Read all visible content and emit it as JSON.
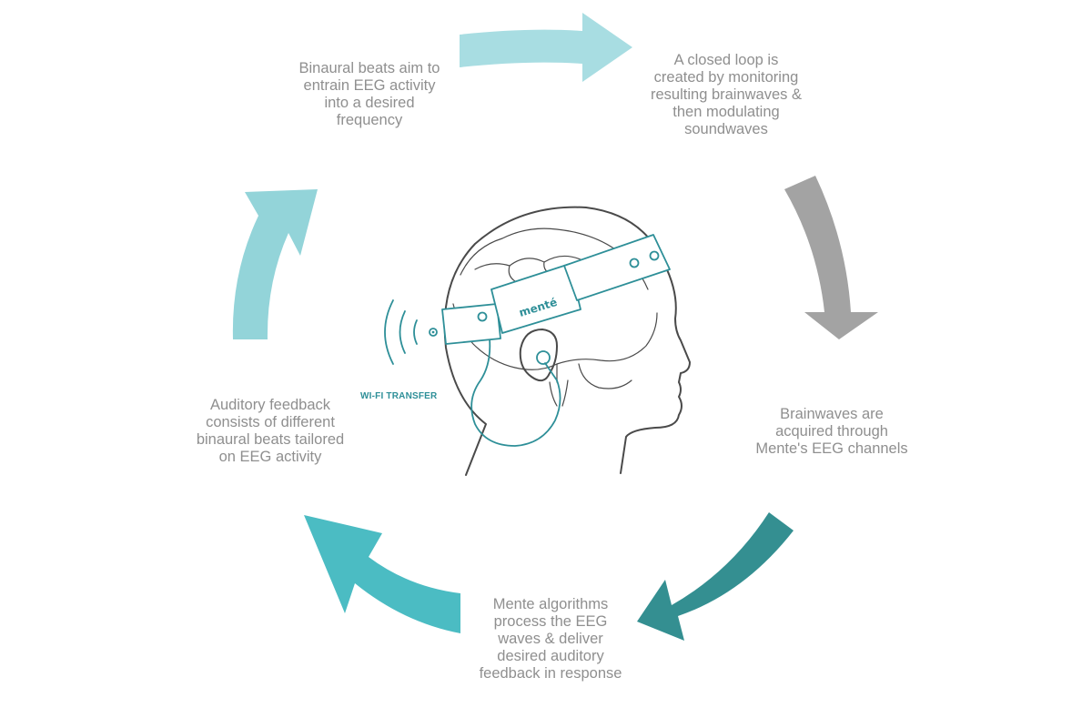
{
  "colors": {
    "arrow_top": "#a8dde2",
    "arrow_right": "#a3a3a3",
    "arrow_bottom_right": "#348f91",
    "arrow_bottom_left": "#4bbcc3",
    "arrow_left": "#93d4d9",
    "accent": "#2e8f98",
    "outline": "#4a4a4a",
    "text": "#8f8f8f"
  },
  "steps": {
    "top_left": "Binaural  beats aim to\nentrain EEG activity\ninto a desired\nfrequency",
    "top_right": "A closed loop is\ncreated by monitoring\nresulting brainwaves  &\nthen modulating\nsoundwaves",
    "right": "Brainwaves  are\nacquired through\nMente's EEG channels",
    "bottom": "Mente algorithms\nprocess the EEG\nwaves & deliver\ndesired auditory\nfeedback in response",
    "left": "Auditory feedback\nconsists of different\nbinaural  beats tailored\non EEG activity"
  },
  "device": {
    "brand": "menté",
    "wifi_label": "WI-FI TRANSFER"
  }
}
